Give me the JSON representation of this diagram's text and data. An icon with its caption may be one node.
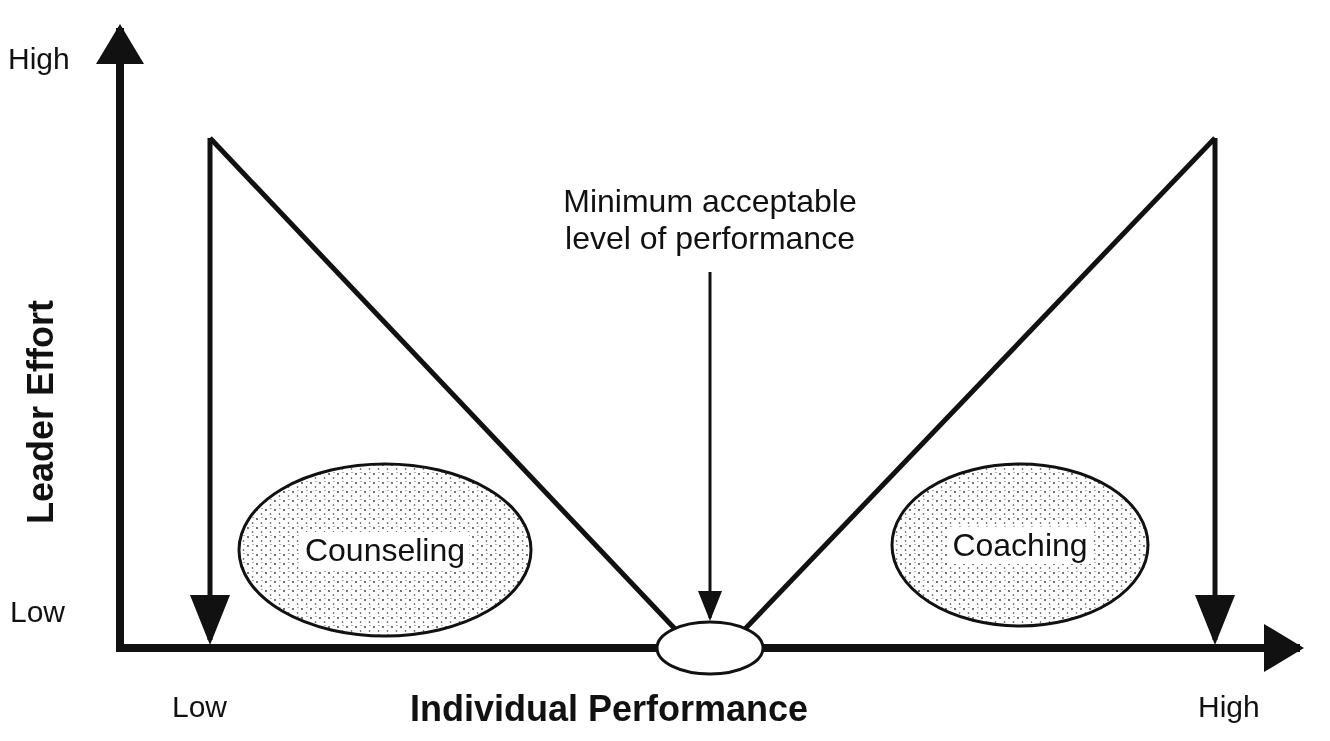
{
  "diagram": {
    "nodes": [
      {
        "text": [
          "Minimum acceptable level of performance"
        ]
      },
      {
        "text": [],
        "shape": "ellipse"
      },
      {
        "text": [
          "Counseling"
        ]
      },
      {
        "text": [
          "Coaching"
        ]
      }
    ],
    "edges": [
      {
        "from": 0,
        "to": 1,
        "arrow": "to"
      },
      {
        "from": null,
        "to": 1,
        "arrow": "none"
      },
      {
        "from": 1,
        "to": null,
        "arrow": "none"
      }
    ],
    "labels": [
      "High",
      "Leader Effort",
      "Low",
      "Low",
      "Individual Performance",
      "High"
    ]
  }
}
